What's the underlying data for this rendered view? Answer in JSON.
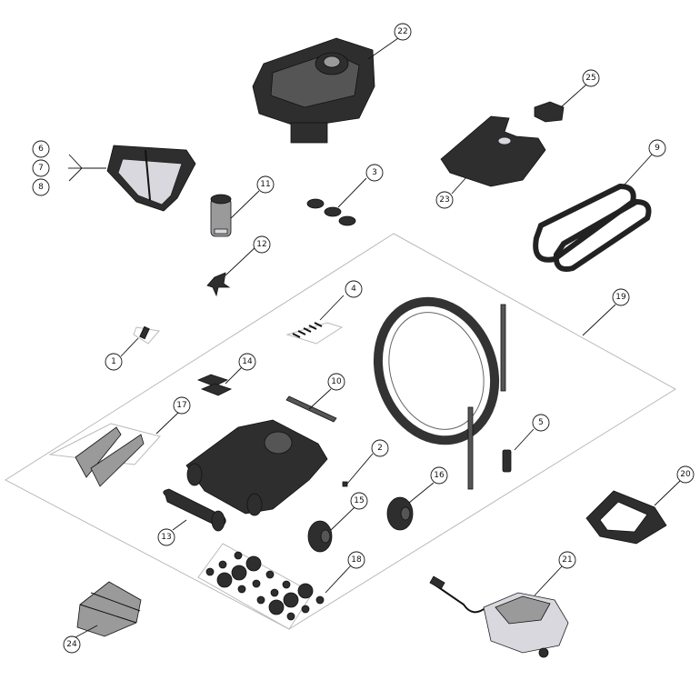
{
  "title": "Exploded parts diagram",
  "colors": {
    "line": "#111111",
    "kit_outline": "#bbbbbb",
    "part_dark": "#2e2e2e",
    "part_light": "#d8d8de"
  },
  "callouts": [
    {
      "id": "c1",
      "label": "1",
      "part": "small-clip"
    },
    {
      "id": "c2",
      "label": "2",
      "part": "screw"
    },
    {
      "id": "c3",
      "label": "3",
      "part": "washers"
    },
    {
      "id": "c4",
      "label": "4",
      "part": "screws-set"
    },
    {
      "id": "c5",
      "label": "5",
      "part": "swivel-connector"
    },
    {
      "id": "c6",
      "label": "6",
      "part": "filter-basket"
    },
    {
      "id": "c7",
      "label": "7",
      "part": "filter-basket"
    },
    {
      "id": "c8",
      "label": "8",
      "part": "filter-basket"
    },
    {
      "id": "c9",
      "label": "9",
      "part": "tracks"
    },
    {
      "id": "c10",
      "label": "10",
      "part": "brush-bar"
    },
    {
      "id": "c11",
      "label": "11",
      "part": "pump-motor"
    },
    {
      "id": "c12",
      "label": "12",
      "part": "impeller"
    },
    {
      "id": "c13",
      "label": "13",
      "part": "roller-brush"
    },
    {
      "id": "c14",
      "label": "14",
      "part": "clips-pair"
    },
    {
      "id": "c15",
      "label": "15",
      "part": "front-wheel"
    },
    {
      "id": "c16",
      "label": "16",
      "part": "rear-wheel"
    },
    {
      "id": "c17",
      "label": "17",
      "part": "side-panels"
    },
    {
      "id": "c18",
      "label": "18",
      "part": "bearings-kit"
    },
    {
      "id": "c19",
      "label": "19",
      "part": "floating-cable-kit"
    },
    {
      "id": "c20",
      "label": "20",
      "part": "handle"
    },
    {
      "id": "c21",
      "label": "21",
      "part": "power-supply"
    },
    {
      "id": "c22",
      "label": "22",
      "part": "upper-body"
    },
    {
      "id": "c23",
      "label": "23",
      "part": "top-cover"
    },
    {
      "id": "c24",
      "label": "24",
      "part": "pva-brush"
    },
    {
      "id": "c25",
      "label": "25",
      "part": "cover-latch"
    }
  ]
}
